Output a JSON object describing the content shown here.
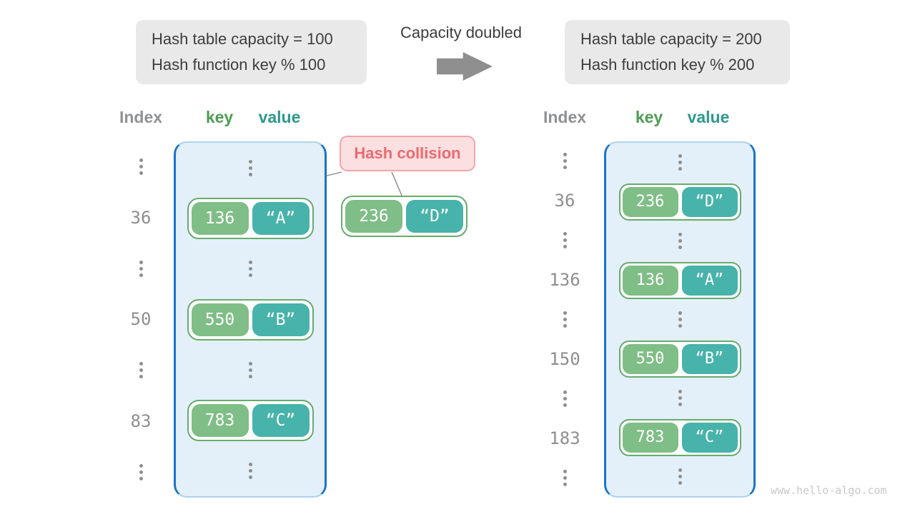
{
  "figure": {
    "top": {
      "left_box": {
        "line1": "Hash table capacity = 100",
        "line2": "Hash function key % 100"
      },
      "arrow_label": "Capacity doubled",
      "arrow_icon": "right-arrow",
      "right_box": {
        "line1": "Hash table capacity = 200",
        "line2": "Hash function key % 200"
      }
    },
    "left_table": {
      "headers": {
        "index": "Index",
        "key": "key",
        "value": "value"
      },
      "rows": [
        {
          "type": "dots"
        },
        {
          "type": "pair",
          "index": "36",
          "key": "136",
          "value": "“A”"
        },
        {
          "type": "dots"
        },
        {
          "type": "pair",
          "index": "50",
          "key": "550",
          "value": "“B”"
        },
        {
          "type": "dots"
        },
        {
          "type": "pair",
          "index": "83",
          "key": "783",
          "value": "“C”"
        },
        {
          "type": "dots"
        }
      ]
    },
    "collision": {
      "label": "Hash collision",
      "pair": {
        "key": "236",
        "value": "“D”"
      }
    },
    "right_table": {
      "headers": {
        "index": "Index",
        "key": "key",
        "value": "value"
      },
      "rows": [
        {
          "type": "dots"
        },
        {
          "type": "pair",
          "index": "36",
          "key": "236",
          "value": "“D”"
        },
        {
          "type": "dots"
        },
        {
          "type": "pair",
          "index": "136",
          "key": "136",
          "value": "“A”"
        },
        {
          "type": "dots"
        },
        {
          "type": "pair",
          "index": "150",
          "key": "550",
          "value": "“B”"
        },
        {
          "type": "dots"
        },
        {
          "type": "pair",
          "index": "183",
          "key": "783",
          "value": "“C”"
        },
        {
          "type": "dots"
        }
      ]
    },
    "watermark": "www.hello-algo.com",
    "colors": {
      "key_fill": "#7fbe86",
      "value_fill": "#47b3ab",
      "pair_border": "#66ac6c",
      "bucket_fill": "#e3f0fa",
      "bucket_border": "#1a73c8",
      "collision_bg": "#fbdfe1",
      "collision_border": "#f3a6aa",
      "collision_text": "#ec6a6e",
      "info_box_bg": "#e9e9e9",
      "text_dark": "#3d3d3d",
      "text_muted": "#8e8e8e",
      "arrow_gray": "#8f8f8f"
    }
  }
}
